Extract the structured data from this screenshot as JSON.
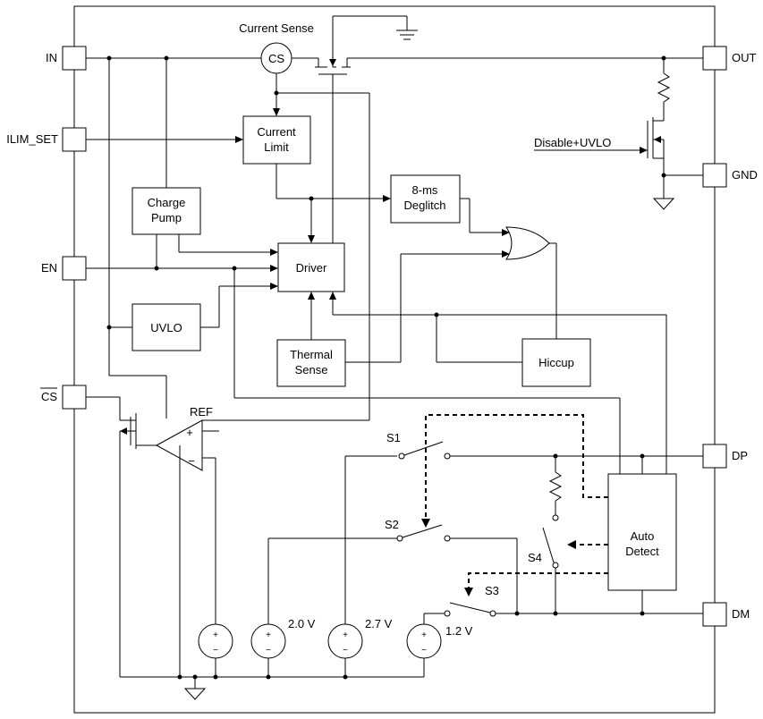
{
  "pins": {
    "in": "IN",
    "ilim_set": "ILIM_SET",
    "en": "EN",
    "cs_bar": "CS",
    "out": "OUT",
    "gnd": "GND",
    "dp": "DP",
    "dm": "DM"
  },
  "blocks": {
    "current_sense_title": "Current Sense",
    "current_sense": "CS",
    "current_limit_line1": "Current",
    "current_limit_line2": "Limit",
    "charge_pump_line1": "Charge",
    "charge_pump_line2": "Pump",
    "deglitch_line1": "8-ms",
    "deglitch_line2": "Deglitch",
    "driver": "Driver",
    "uvlo": "UVLO",
    "thermal_line1": "Thermal",
    "thermal_line2": "Sense",
    "hiccup": "Hiccup",
    "auto_detect_line1": "Auto",
    "auto_detect_line2": "Detect",
    "ref": "REF",
    "disable_uvlo": "Disable+UVLO"
  },
  "switches": {
    "s1": "S1",
    "s2": "S2",
    "s3": "S3",
    "s4": "S4"
  },
  "sources": {
    "v20": "2.0 V",
    "v27": "2.7 V",
    "v12": "1.2 V"
  },
  "symbols": {
    "plus": "+",
    "minus": "−"
  }
}
